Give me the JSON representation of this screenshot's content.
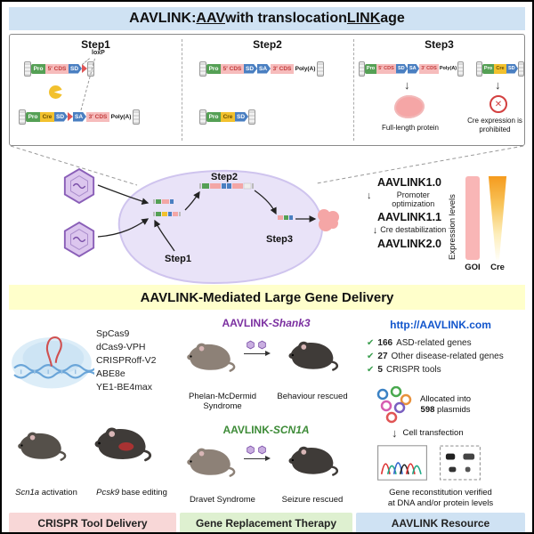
{
  "palette": {
    "header_bg": "#cfe2f3",
    "banner_bg": "#ffffcb",
    "footer_crispr_bg": "#f8d7d7",
    "footer_gene_bg": "#def0d0",
    "footer_resource_bg": "#cfe2f3",
    "promoter_green": "#55a055",
    "cds_pink": "#f6bcbc",
    "cds_text_red": "#c23b3b",
    "cre_yellow": "#f2c12e",
    "splice_blue": "#4a7fc1",
    "loxp_red": "#e05555",
    "aav_purple": "#8a5fb8",
    "cell_lavender": "#e9e3f8",
    "goi_bar_pink": "#f9b6b6",
    "cre_bar_orange": "#f59b1e",
    "shank3_purple": "#7b2fa0",
    "scn1a_green": "#3d8b37",
    "link_blue": "#1155cc",
    "check_green": "#3a9e4e"
  },
  "icons": {
    "check": "✔",
    "down_arrow": "↓",
    "cross": "✕"
  },
  "title": {
    "parts": [
      "AAVLINK: ",
      "AAV",
      " with translocation ",
      "LINK",
      "age"
    ]
  },
  "steps": {
    "step1_title": "Step1",
    "step2_title": "Step2",
    "step3_title": "Step3",
    "labels": {
      "pro": "Pro",
      "cds5": "5′ CDS",
      "sd": "SD",
      "loxp": "loxP",
      "cre": "Cre",
      "sa": "SA",
      "cds3": "3′ CDS",
      "polya": "Poly(A)"
    },
    "full_length_caption": "Full-length protein",
    "cre_prohibited_caption": "Cre expression is prohibited"
  },
  "cell_diagram": {
    "step1_label": "Step1",
    "step2_label": "Step2",
    "step3_label": "Step3"
  },
  "evolution": {
    "versions": [
      "AAVLINK1.0",
      "AAVLINK1.1",
      "AAVLINK2.0"
    ],
    "transition1": "Promoter optimization",
    "transition2": "Cre destabilization",
    "axis_label": "Expression levels",
    "goi_label": "GOI",
    "cre_label": "Cre"
  },
  "banner": {
    "title": "AAVLINK-Mediated Large Gene Delivery"
  },
  "crispr_column": {
    "tools": [
      "SpCas9",
      "dCas9-VPH",
      "CRISPRoff-V2",
      "ABE8e",
      "YE1-BE4max"
    ],
    "example1_gene": "Scn1a",
    "example1_rest": " activation",
    "example2_gene": "Pcsk9",
    "example2_rest": " base editing",
    "footer": "CRISPR Tool Delivery"
  },
  "gene_column": {
    "case1_prefix": "AAVLINK-",
    "case1_gene": "Shank3",
    "case1_before": "Phelan-McDermid Syndrome",
    "case1_after": "Behaviour rescued",
    "case2_prefix": "AAVLINK-",
    "case2_gene": "SCN1A",
    "case2_before": "Dravet Syndrome",
    "case2_after": "Seizure rescued",
    "footer": "Gene Replacement Therapy"
  },
  "resource_column": {
    "url": "http://AAVLINK.com",
    "stats": [
      {
        "num": "166",
        "label": "ASD-related genes"
      },
      {
        "num": "27",
        "label": "Other disease-related genes"
      },
      {
        "num": "5",
        "label": "CRISPR tools"
      }
    ],
    "allocated_prefix": "Allocated into",
    "allocated_num": "598",
    "allocated_suffix": " plasmids",
    "transfection": "Cell transfection",
    "verified_line1": "Gene reconstitution verified",
    "verified_line2": "at DNA and/or protein levels",
    "footer": "AAVLINK Resource"
  }
}
